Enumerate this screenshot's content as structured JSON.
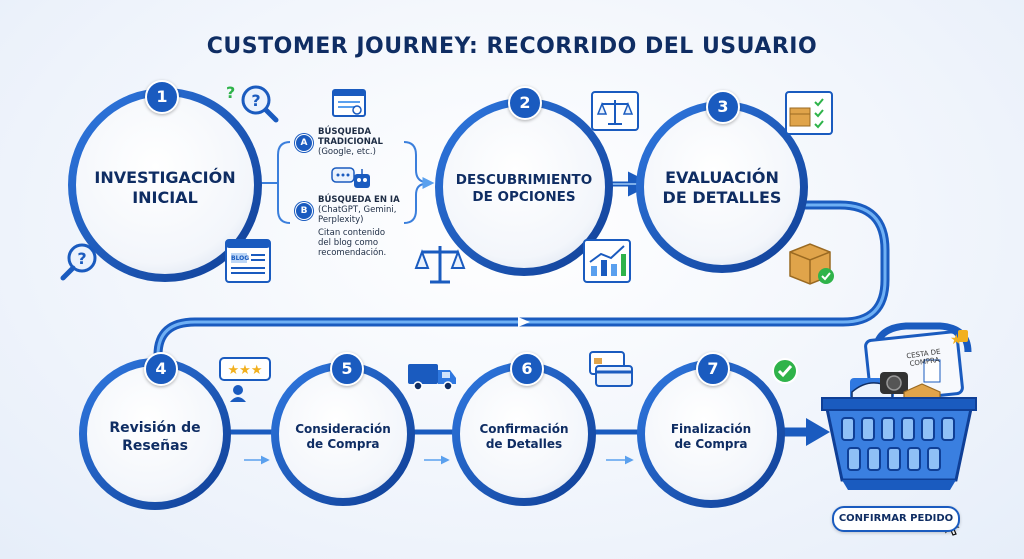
{
  "title": "CUSTOMER JOURNEY: RECORRIDO DEL USUARIO",
  "stages": [
    {
      "number": "1",
      "label_line1": "INVESTIGACIÓN",
      "label_line2": "INICIAL"
    },
    {
      "number": "2",
      "label_line1": "DESCUBRIMIENTO",
      "label_line2": "DE OPCIONES"
    },
    {
      "number": "3",
      "label_line1": "EVALUACIÓN",
      "label_line2": "DE DETALLES"
    },
    {
      "number": "4",
      "label_line1": "Revisión de",
      "label_line2": "Reseñas"
    },
    {
      "number": "5",
      "label_line1": "Consideración",
      "label_line2": "de Compra"
    },
    {
      "number": "6",
      "label_line1": "Confirmación",
      "label_line2": "de Detalles"
    },
    {
      "number": "7",
      "label_line1": "Finalización",
      "label_line2": "de Compra"
    }
  ],
  "search_options": {
    "a": {
      "badge": "A",
      "line1": "BÚSQUEDA",
      "line2": "TRADICIONAL",
      "line3": "(Google, etc.)"
    },
    "b": {
      "badge": "B",
      "line1": "BÚSQUEDA EN IA",
      "line2": "(ChatGPT, Gemini,",
      "line3": "Perplexity)",
      "note1": "Citan contenido",
      "note2": "del blog como",
      "note3": "recomendación."
    }
  },
  "blog_icon_text": "BLOG",
  "basket_label": "CESTA DE COMPRA",
  "confirm_button": "CONFIRMAR PEDIDO",
  "colors": {
    "primary": "#1a5bbf",
    "dark": "#0f2d63",
    "accent_green": "#2fb34a",
    "box": "#e0a44a"
  },
  "icons": [
    "question-magnifier-icon",
    "browser-search-icon",
    "chatbot-icon",
    "blog-page-icon",
    "scale-icon",
    "growth-chart-icon",
    "package-checklist-icon",
    "package-check-icon",
    "star-rating-icon",
    "delivery-truck-icon",
    "credit-card-icon",
    "check-circle-icon",
    "shopping-basket-icon",
    "cursor-icon"
  ]
}
